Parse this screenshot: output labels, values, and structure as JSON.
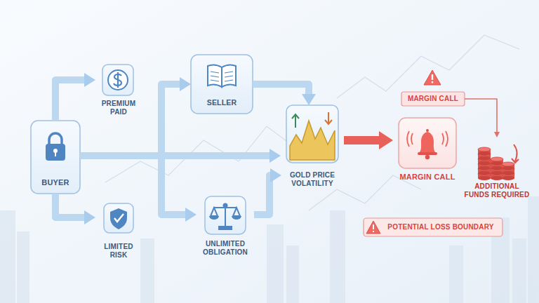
{
  "diagram": {
    "nodes": [
      {
        "text": [
          "BUYER"
        ]
      },
      {
        "text": [
          "PREMIUM PAID"
        ]
      },
      {
        "text": [
          "LIMITED RISK"
        ]
      },
      {
        "text": [
          "SELLER"
        ]
      },
      {
        "text": [
          "UNLIMITED OBLIGATION"
        ]
      },
      {
        "text": [
          "GOLD PRICE VOLATILITY"
        ]
      },
      {
        "text": [
          "MARGIN CALL"
        ]
      },
      {
        "text": [
          "MARGIN CALL"
        ]
      },
      {
        "text": [
          "ADDITIONAL FUNDS REQUIRED"
        ]
      },
      {
        "text": [
          "POTENTIAL LOSS BOUNDARY"
        ]
      }
    ],
    "edges": [
      {
        "from": 0,
        "to": 1,
        "arrow": "to"
      },
      {
        "from": 0,
        "to": 2,
        "arrow": "to"
      },
      {
        "from": 0,
        "to": 3,
        "arrow": "to"
      },
      {
        "from": 0,
        "to": 4,
        "arrow": "to"
      },
      {
        "from": 0,
        "to": 5,
        "arrow": "to"
      },
      {
        "from": 3,
        "to": 5,
        "arrow": "to"
      },
      {
        "from": 4,
        "to": 5,
        "arrow": "to"
      },
      {
        "from": 5,
        "to": 7,
        "arrow": "to"
      },
      {
        "from": 6,
        "to": 8,
        "arrow": "to"
      }
    ]
  }
}
